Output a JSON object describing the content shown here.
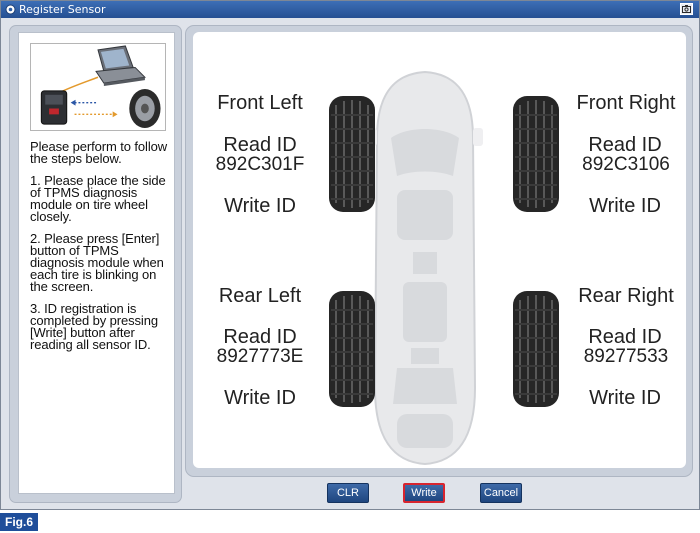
{
  "window": {
    "title": "Register Sensor",
    "title_icon": "app-icon",
    "title_button_icon": "camera-icon"
  },
  "instructions": [
    "Please perform to follow the steps below.",
    "1. Please place the side of TPMS diagnosis module on tire wheel closely.",
    "2. Please press [Enter] button of TPMS diagnosis module when each tire is blinking on the screen.",
    "3. ID registration is completed by pressing [Write] button after reading all sensor ID."
  ],
  "tires": {
    "front_left": {
      "name": "Front Left",
      "read_label": "Read ID",
      "read_value": "892C301F",
      "write_label": "Write ID"
    },
    "front_right": {
      "name": "Front Right",
      "read_label": "Read ID",
      "read_value": "892C3106",
      "write_label": "Write ID"
    },
    "rear_left": {
      "name": "Rear Left",
      "read_label": "Read ID",
      "read_value": "8927773E",
      "write_label": "Write ID"
    },
    "rear_right": {
      "name": "Rear Right",
      "read_label": "Read ID",
      "read_value": "89277533",
      "write_label": "Write ID"
    }
  },
  "buttons": {
    "clr": "CLR",
    "write": "Write",
    "cancel": "Cancel"
  },
  "figure_label": "Fig.6",
  "colors": {
    "titlebar": "#2f5fa6",
    "button": "#2b5592",
    "focus": "#d8252f",
    "figure_badge": "#1f4e9a"
  }
}
